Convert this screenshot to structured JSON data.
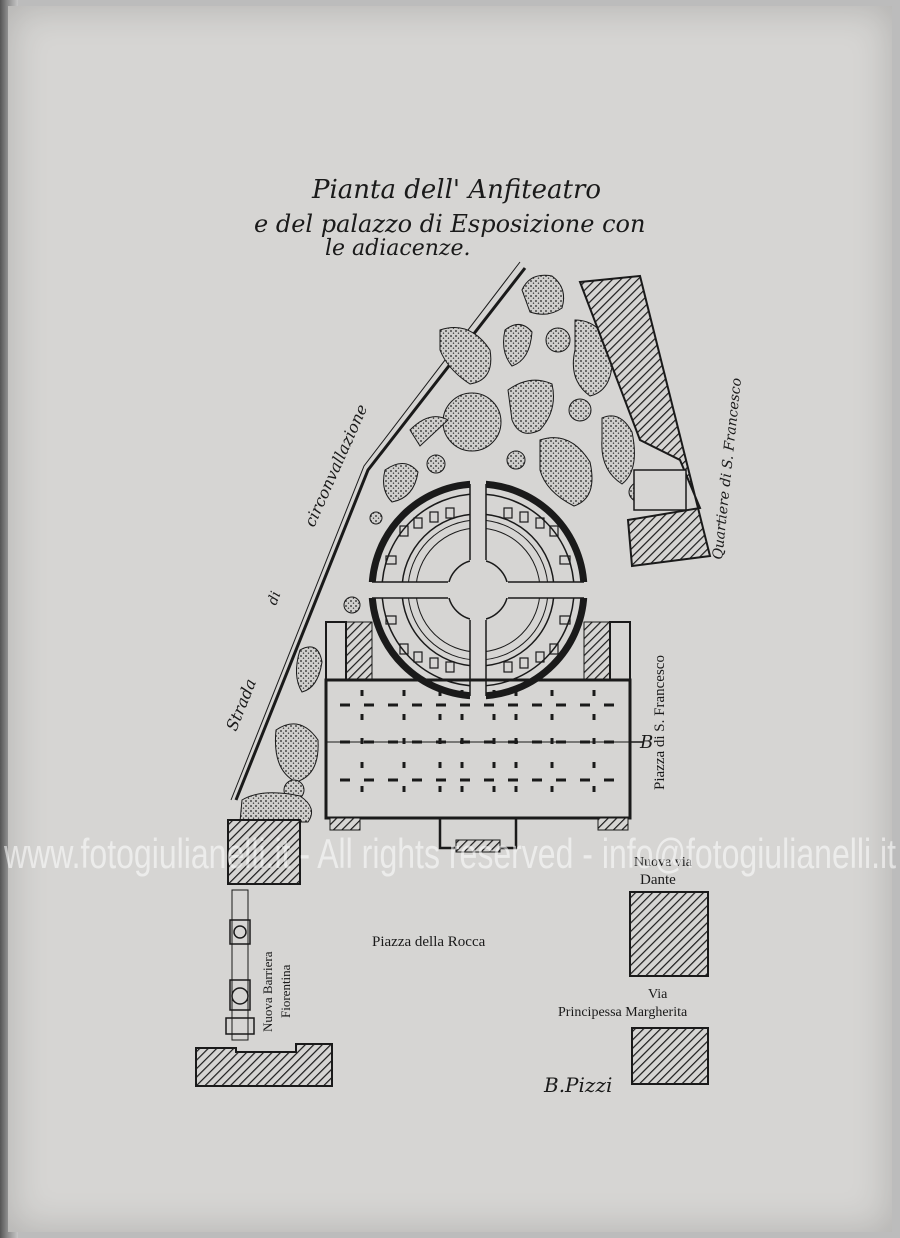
{
  "title": {
    "line1": "Pianta dell' Anfiteatro",
    "line2": "e del palazzo di Esposizione con",
    "line3": "le adiacenze."
  },
  "labels": {
    "circonvallazione": "circonvallazione",
    "di": "di",
    "strada": "Strada",
    "quartiere": "Quartiere di S. Francesco",
    "piazza_francesco": "Piazza di S. Francesco",
    "marker_b": "B",
    "nuova_via": "Nuova via",
    "dante": "Dante",
    "nuova_barriera": "Nuova Barriera",
    "fiorentina": "Fiorentina",
    "piazza_rocca": "Piazza della Rocca",
    "via": "Via",
    "margherita": "Principessa Margherita"
  },
  "signature": "B.Pizzi",
  "watermark": "www.fotogiulianelli.it - All rights reserved - info@fotogiulianelli.it",
  "colors": {
    "ink": "#1a1a1a",
    "paper": "#d6d5d3"
  }
}
